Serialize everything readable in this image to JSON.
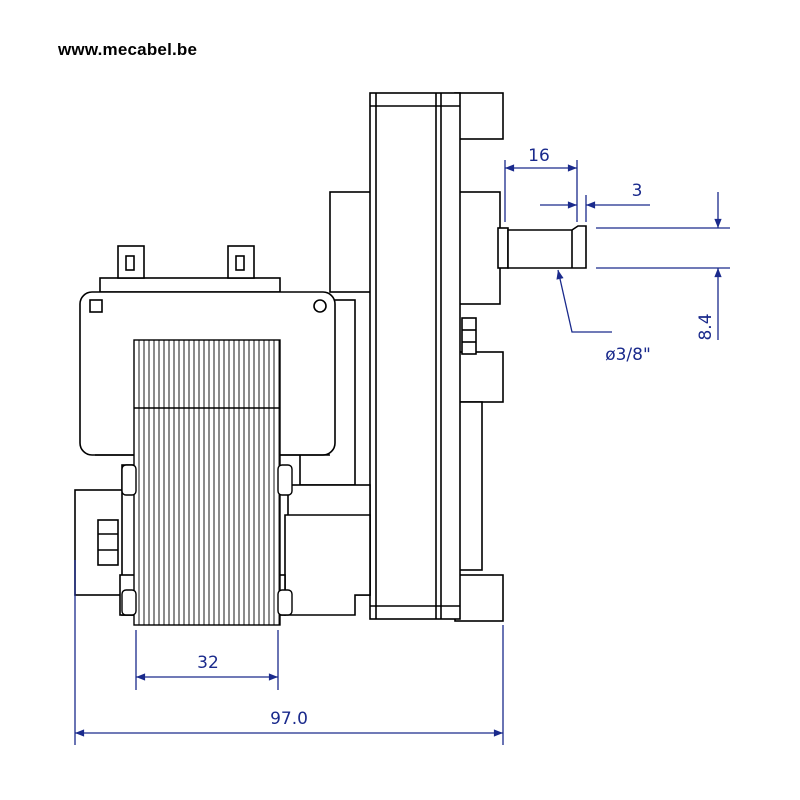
{
  "header": {
    "url": "www.mecabel.be"
  },
  "dimensions": {
    "shaft_length": "16",
    "shaft_step": "3",
    "shaft_diameter": "ø3/8\"",
    "shaft_flat": "8.4",
    "coil_width": "32",
    "overall_width": "97.0"
  },
  "colors": {
    "outline": "#000000",
    "dimension": "#1a2a8c",
    "body": "#ffffff"
  }
}
